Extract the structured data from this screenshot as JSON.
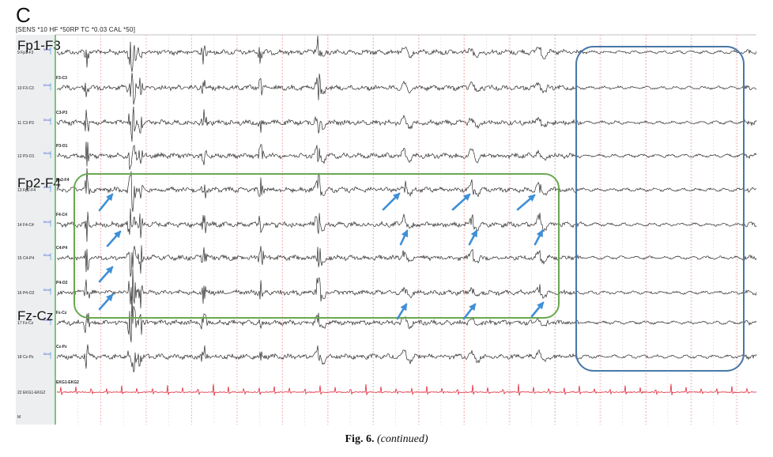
{
  "figure": {
    "panel_letter": "C",
    "settings_line": "[SENS *10  HF *50RP  TC *0.03  CAL *50]",
    "caption_fig": "Fig. 6.",
    "caption_cont": "(continued)"
  },
  "colors": {
    "trace": "#2b2b2b",
    "ekg_trace": "#e0283a",
    "green_box": "#6aa84f",
    "blue_box": "#4a78a8",
    "arrow": "#3f8fd6",
    "grid_red": "#f2a3a3",
    "grid_gray": "#cfcfcf",
    "left_bar": "#eceef0",
    "green_edge": "#48b04b"
  },
  "region_labels": [
    {
      "text": "Fp1-F3",
      "channel": 0
    },
    {
      "text": "Fp2-F4",
      "channel": 4
    },
    {
      "text": "Fz-Cz",
      "channel": 8
    }
  ],
  "channels": [
    {
      "label": "9  Fp1-F3",
      "inner": "",
      "scale": "50uV",
      "kind": "eeg"
    },
    {
      "label": "10  F3-C3",
      "inner": "F3-C3",
      "scale": "50uV",
      "kind": "eeg"
    },
    {
      "label": "11  C3-P3",
      "inner": "C3-P3",
      "scale": "50uV",
      "kind": "eeg"
    },
    {
      "label": "12  P3-O1",
      "inner": "P3-O1",
      "scale": "50uV",
      "kind": "eeg"
    },
    {
      "label": "13  Fp2-F4",
      "inner": "Fp2-F4",
      "scale": "50uV",
      "kind": "eeg"
    },
    {
      "label": "14  F4-C4",
      "inner": "F4-C4",
      "scale": "50uV",
      "kind": "eeg"
    },
    {
      "label": "15  C4-P4",
      "inner": "C4-P4",
      "scale": "50uV",
      "kind": "eeg"
    },
    {
      "label": "16  P4-O2",
      "inner": "P4-O2",
      "scale": "50uV",
      "kind": "eeg"
    },
    {
      "label": "17  Fz-Cz",
      "inner": "Fz-Cz",
      "scale": "50uV",
      "kind": "eeg"
    },
    {
      "label": "18  Cz-Pz",
      "inner": "Cz-Pz",
      "scale": "50uV",
      "kind": "eeg"
    },
    {
      "label": "22  EKG1-EKG2",
      "inner": "EKG1-EKG2",
      "scale": "",
      "kind": "ekg"
    },
    {
      "label": "M",
      "inner": "",
      "scale": "",
      "kind": "marker"
    }
  ]
}
